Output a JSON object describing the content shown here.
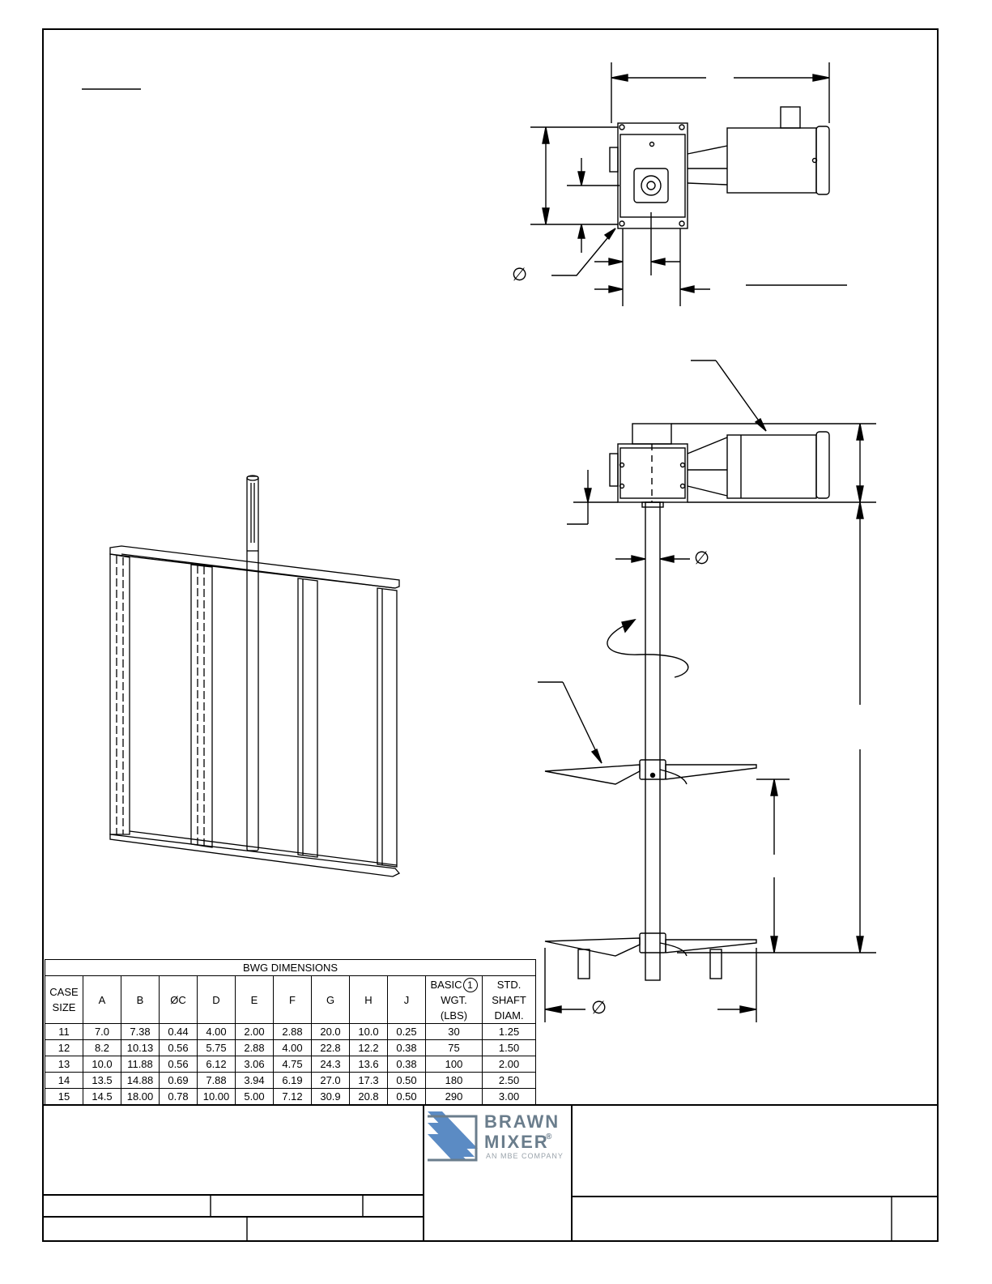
{
  "symbols": {
    "diameter": "∅"
  },
  "table": {
    "title": "BWG DIMENSIONS",
    "headers": [
      "CASE\nSIZE",
      "A",
      "B",
      "ØC",
      "D",
      "E",
      "F",
      "G",
      "H",
      "J",
      "BASIC",
      "STD.\nSHAFT\nDIAM."
    ],
    "basic_note_number": "1",
    "basic_suffix": "WGT.\n(LBS)",
    "rows": [
      [
        "11",
        "7.0",
        "7.38",
        "0.44",
        "4.00",
        "2.00",
        "2.88",
        "20.0",
        "10.0",
        "0.25",
        "30",
        "1.25"
      ],
      [
        "12",
        "8.2",
        "10.13",
        "0.56",
        "5.75",
        "2.88",
        "4.00",
        "22.8",
        "12.2",
        "0.38",
        "75",
        "1.50"
      ],
      [
        "13",
        "10.0",
        "11.88",
        "0.56",
        "6.12",
        "3.06",
        "4.75",
        "24.3",
        "13.6",
        "0.38",
        "100",
        "2.00"
      ],
      [
        "14",
        "13.5",
        "14.88",
        "0.69",
        "7.88",
        "3.94",
        "6.19",
        "27.0",
        "17.3",
        "0.50",
        "180",
        "2.50"
      ],
      [
        "15",
        "14.5",
        "18.00",
        "0.78",
        "10.00",
        "5.00",
        "7.12",
        "30.9",
        "20.8",
        "0.50",
        "290",
        "3.00"
      ]
    ]
  },
  "logo": {
    "line1": "BRAWN",
    "line2": "MIXER",
    "reg": "®",
    "tagline": "AN MBE COMPANY"
  },
  "colors": {
    "line": "#000000",
    "logo_blue": "#5b8bc4",
    "logo_gray": "#6a7d8c"
  }
}
